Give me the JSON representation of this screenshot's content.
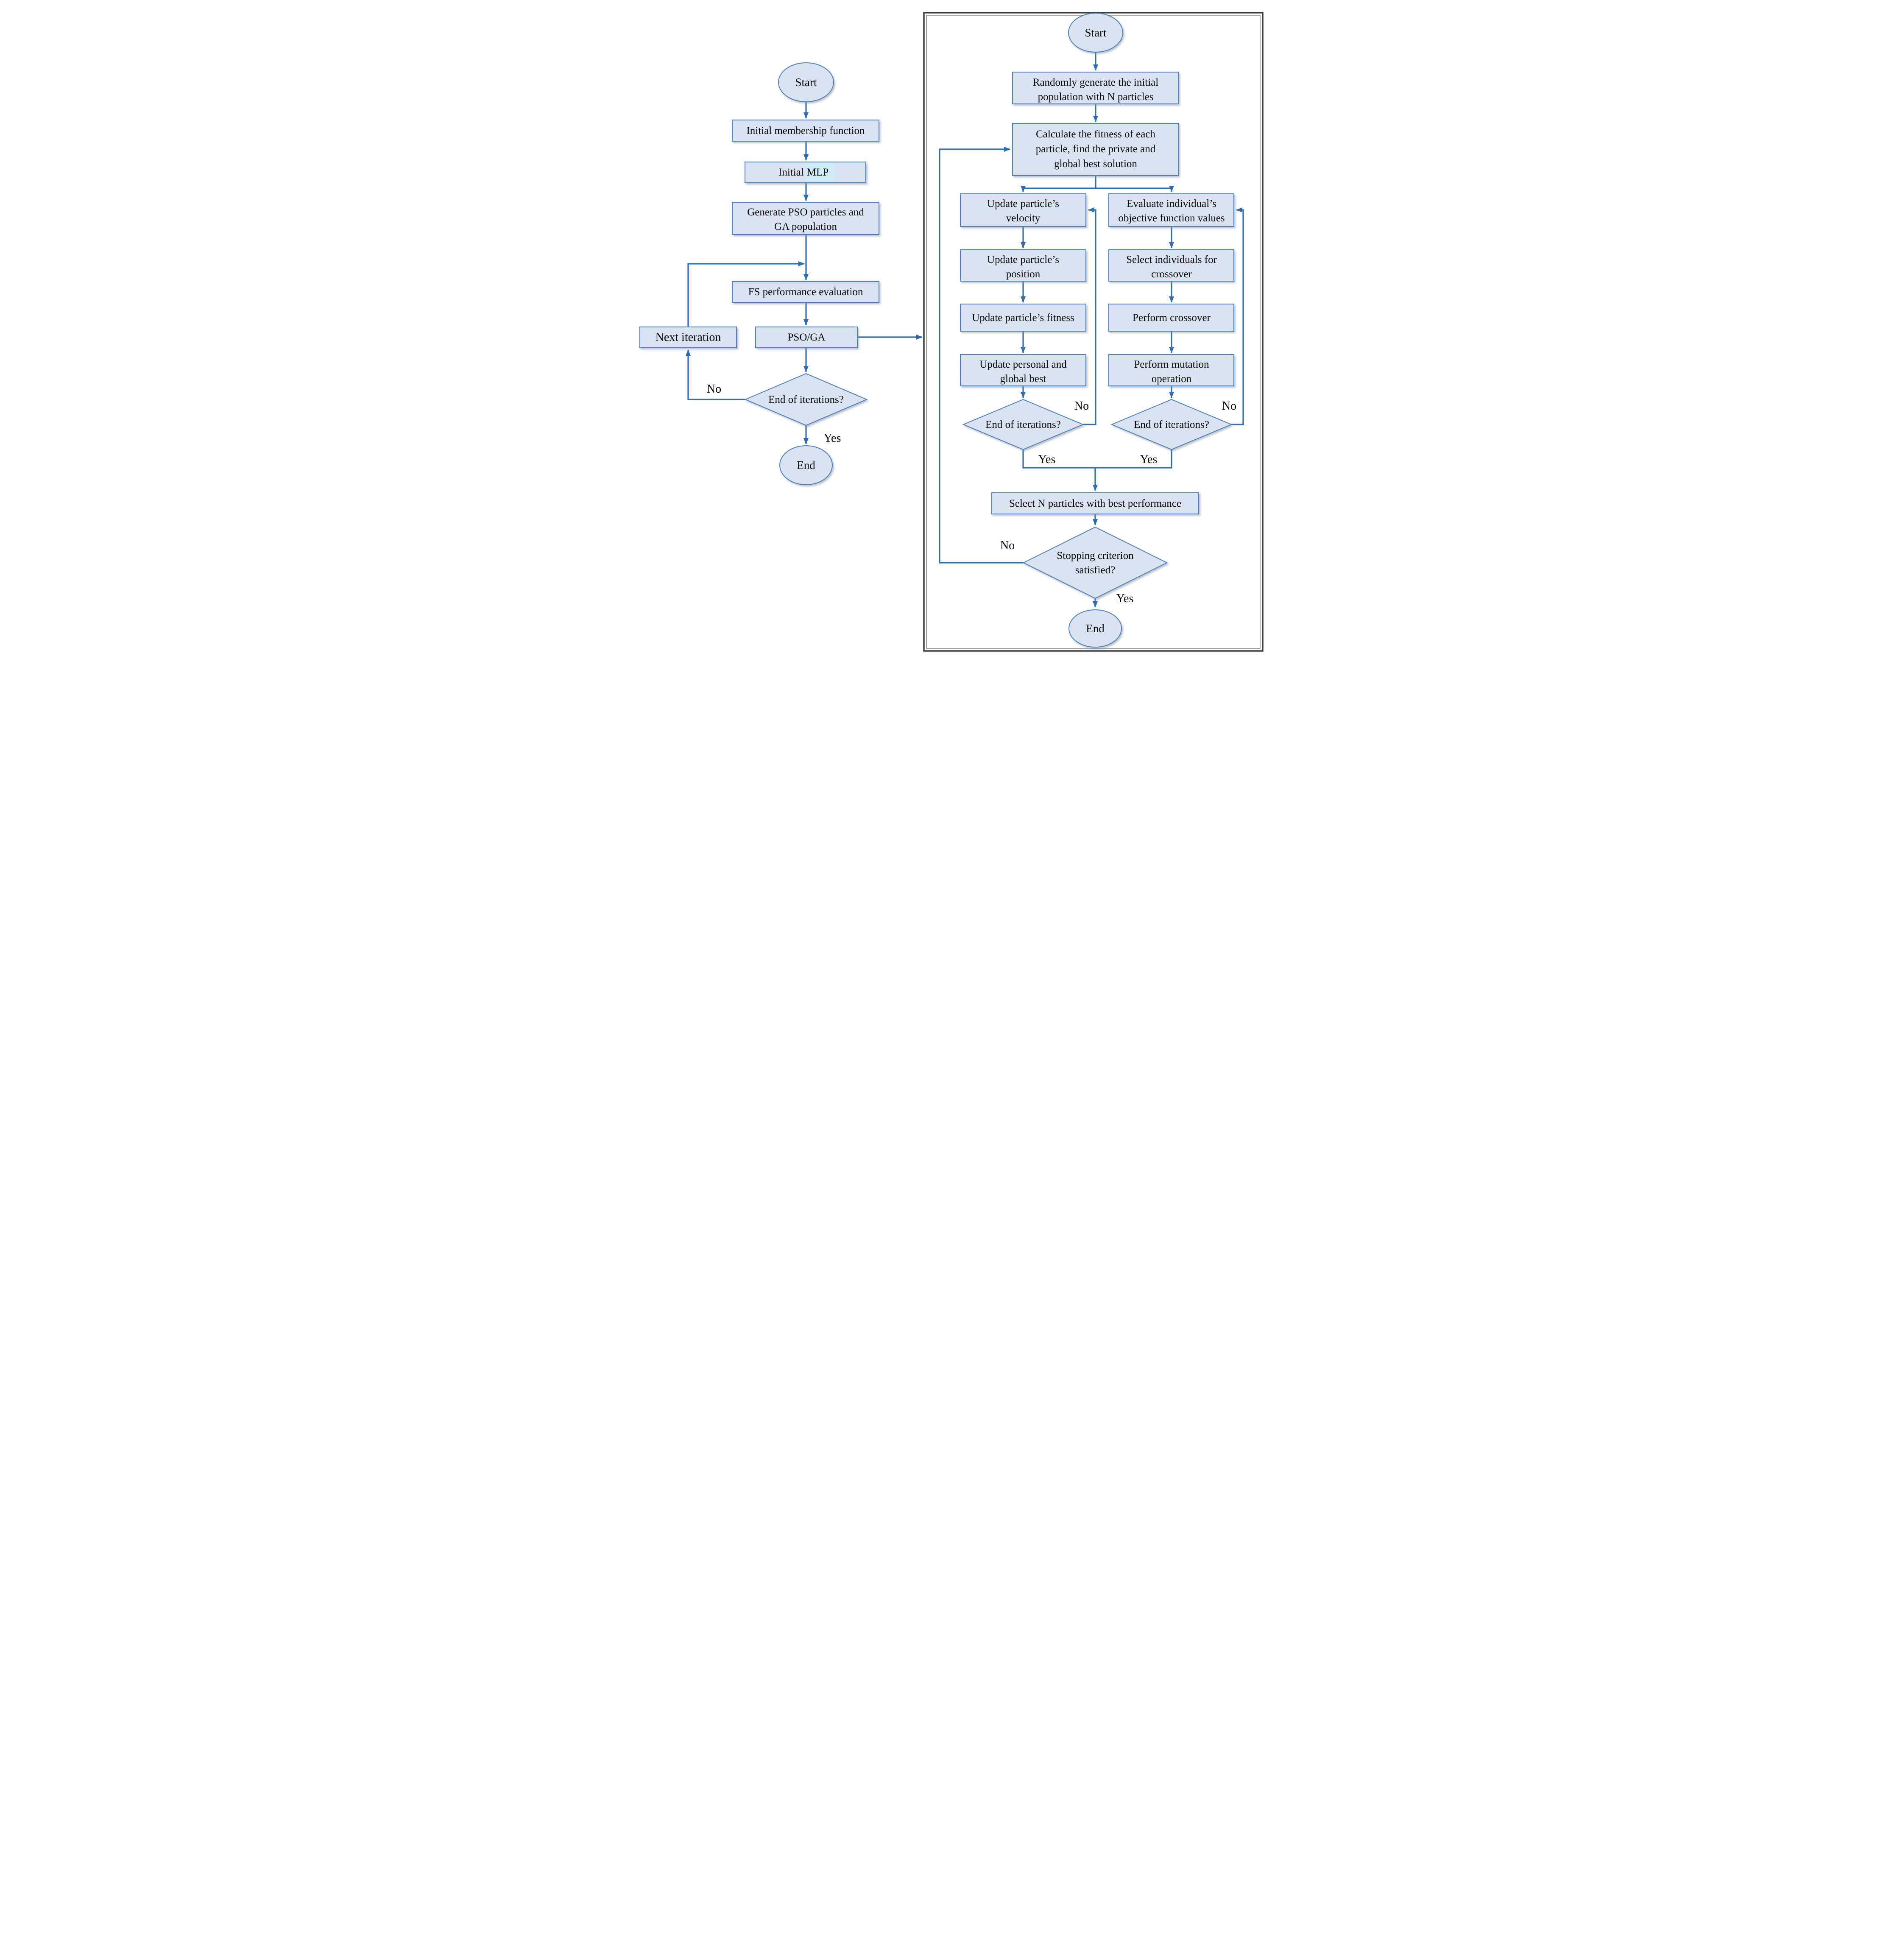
{
  "colors": {
    "box_fill": "#dae3f1",
    "box_stroke": "#4f81bd",
    "line": "#2e6cb5",
    "panel_border_dark": "#3d3d3d",
    "panel_border_light": "#8f8f8f",
    "mlp_highlight": "#cdecf8",
    "text": "#0a0a0a"
  },
  "left_flow": {
    "start_label": "Start",
    "initial_membership_label": "Initial membership function",
    "initial_mlp_prefix": "Initial",
    "initial_mlp_highlight": "MLP",
    "generate_line1": "Generate PSO particles and",
    "generate_line2": "GA population",
    "fs_eval_label": "FS performance evaluation",
    "pso_ga_label": "PSO/GA",
    "next_iteration_label": "Next iteration",
    "decision_label": "End of iterations?",
    "no_label": "No",
    "yes_label": "Yes",
    "end_label": "End"
  },
  "right_flow": {
    "start_label": "Start",
    "random_line1": "Randomly generate the initial",
    "random_line2": "population with N particles",
    "fitness_line1": "Calculate the fitness of each",
    "fitness_line2": "particle, find the private and",
    "fitness_line3": "global best solution",
    "pso_branch": {
      "velocity_line1": "Update particle’s",
      "velocity_line2": "velocity",
      "position_line1": "Update particle’s",
      "position_line2": "position",
      "fitness_label": "Update particle’s fitness",
      "best_line1": "Update personal and",
      "best_line2": "global best",
      "decision_label": "End of iterations?",
      "no_label": "No",
      "yes_label": "Yes"
    },
    "ga_branch": {
      "evaluate_line1": "Evaluate individual’s",
      "evaluate_line2": "objective function values",
      "select_line1": "Select individuals for",
      "select_line2": "crossover",
      "crossover_label": "Perform crossover",
      "mutation_line1": "Perform mutation",
      "mutation_line2": "operation",
      "decision_label": "End of iterations?",
      "no_label": "No",
      "yes_label": "Yes"
    },
    "select_n_label": "Select N particles with best performance",
    "stopping_line1": "Stopping criterion",
    "stopping_line2": "satisfied?",
    "stopping_no_label": "No",
    "stopping_yes_label": "Yes",
    "end_label": "End"
  }
}
